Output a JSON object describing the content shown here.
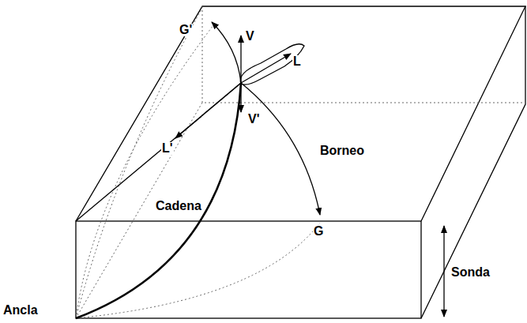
{
  "diagram": {
    "labels": [
      "G'",
      "V",
      "L",
      "L'",
      "V'",
      "Borneo",
      "Cadena",
      "G",
      "Sonda",
      "Ancla"
    ]
  }
}
